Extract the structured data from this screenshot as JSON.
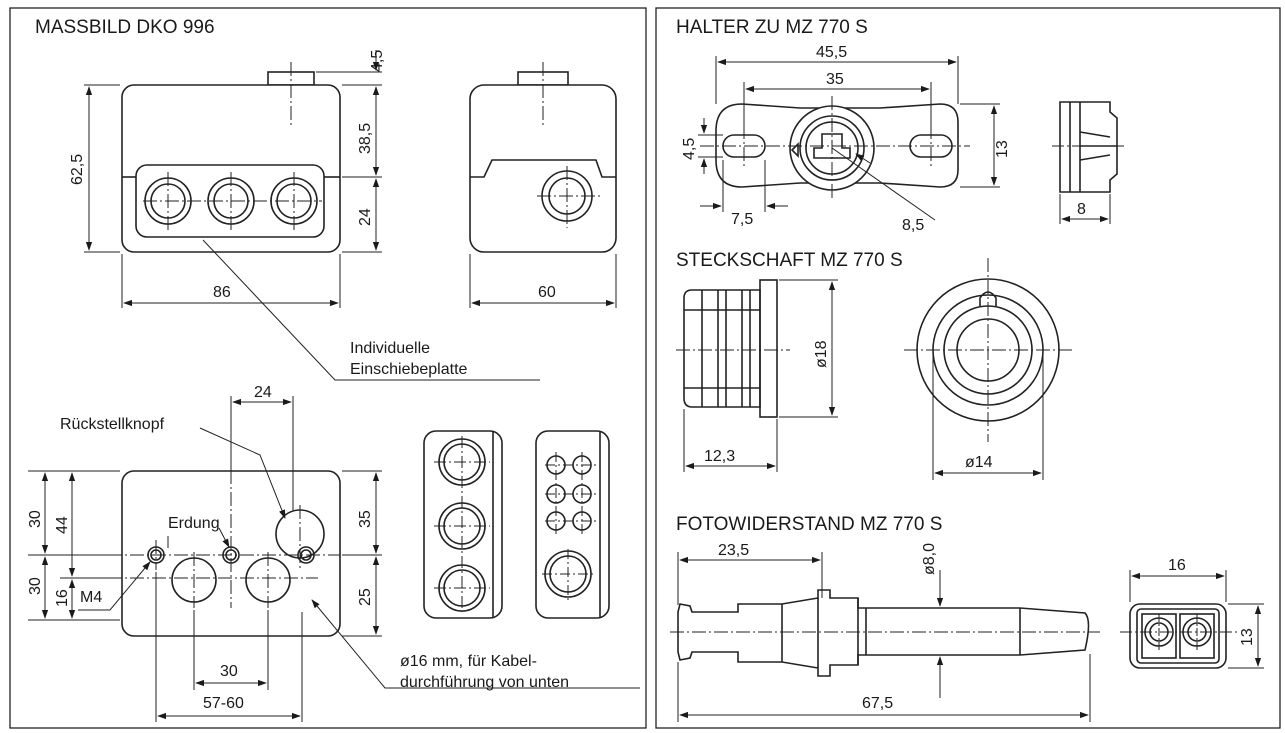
{
  "panels": {
    "massbild": {
      "title": "MASSBILD DKO 996",
      "dims": {
        "d_4_5": "4,5",
        "d_62_5": "62,5",
        "d_38_5": "38,5",
        "d_24": "24",
        "d_86": "86",
        "d_60": "60",
        "d_top24": "24",
        "d_30a": "30",
        "d_44": "44",
        "d_30b": "30",
        "d_16": "16",
        "d_35": "35",
        "d_25": "25",
        "d_30c": "30",
        "d_57_60": "57-60"
      },
      "labels": {
        "plate_line1": "Individuelle",
        "plate_line2": "Einschiebeplatte",
        "reset_knob": "Rückstellknopf",
        "earth": "Erdung",
        "m4": "M4",
        "cable_line1": "ø16 mm, für Kabel-",
        "cable_line2": "durchführung von unten"
      }
    },
    "halter": {
      "title": "HALTER ZU MZ 770 S",
      "dims": {
        "d_45_5": "45,5",
        "d_35": "35",
        "d_4_5": "4,5",
        "d_13": "13",
        "d_7_5": "7,5",
        "d_8_5": "8,5",
        "d_8": "8"
      }
    },
    "steckschaft": {
      "title": "STECKSCHAFT MZ 770 S",
      "dims": {
        "d_dia18": "ø18",
        "d_12_3": "12,3",
        "d_dia14": "ø14"
      }
    },
    "fotowiderstand": {
      "title": "FOTOWIDERSTAND MZ 770 S",
      "dims": {
        "d_23_5": "23,5",
        "d_dia8": "ø8,0",
        "d_67_5": "67,5",
        "d_16": "16",
        "d_13": "13"
      }
    }
  }
}
